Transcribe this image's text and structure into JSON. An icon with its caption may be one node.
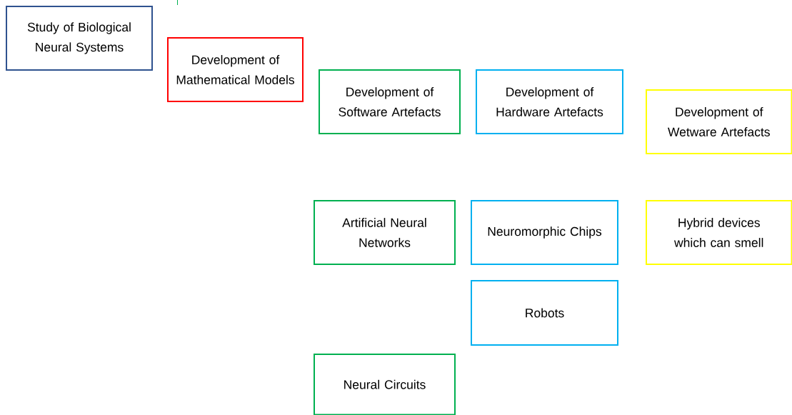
{
  "diagram": {
    "nodes": [
      {
        "text": [
          "Study of Biological Neural Systems"
        ]
      },
      {
        "text": [
          "Development of Mathematical Models"
        ]
      },
      {
        "text": [
          "Development of Software Artefacts"
        ]
      },
      {
        "text": [
          "Development of Hardware Artefacts"
        ]
      },
      {
        "text": [
          "Development of Wetware Artefacts"
        ]
      },
      {
        "text": [
          "Artificial Neural Networks"
        ]
      },
      {
        "text": [
          "Neuromorphic Chips"
        ]
      },
      {
        "text": [
          "Hybrid devices which can smell"
        ]
      },
      {
        "text": [
          "Robots"
        ]
      },
      {
        "text": [
          "Neural Circuits"
        ]
      }
    ]
  }
}
